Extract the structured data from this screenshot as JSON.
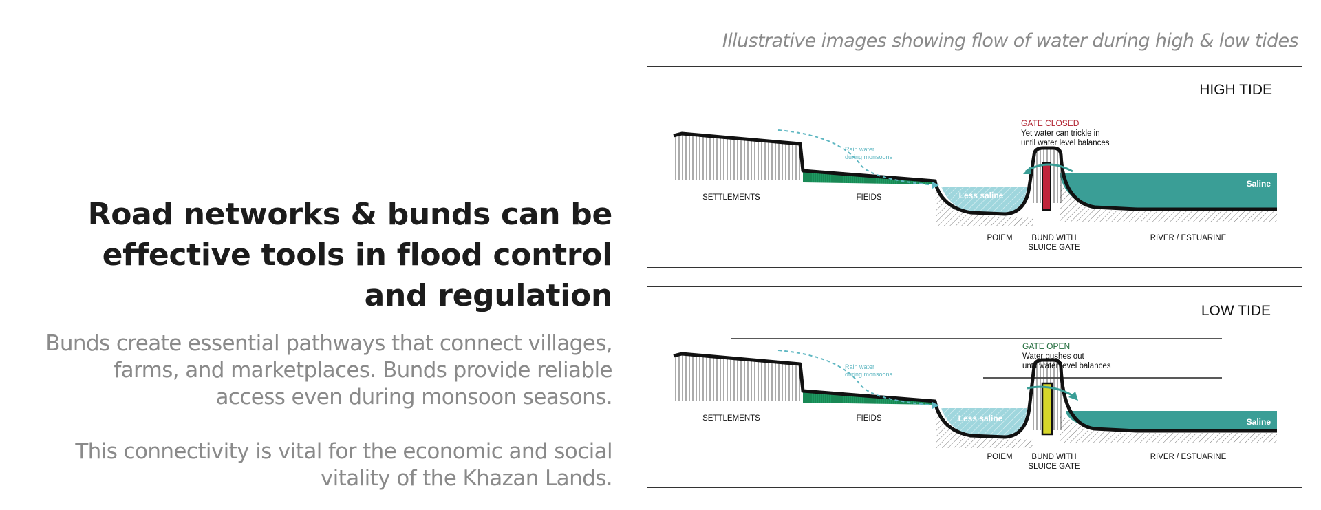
{
  "caption": "Illustrative images showing flow of water during high & low tides",
  "headline": {
    "lines": [
      "Road networks & bunds can be",
      "effective tools in flood control",
      "and regulation"
    ]
  },
  "paragraphs": [
    {
      "lines": [
        "Bunds create essential pathways that connect villages,",
        "farms, and marketplaces.  Bunds provide reliable",
        "access even during monsoon seasons."
      ]
    },
    {
      "lines": [
        "This connectivity is vital for the economic and social",
        "vitality of the Khazan Lands."
      ]
    }
  ],
  "diagrams": {
    "high_tide": {
      "title": "HIGH TIDE",
      "gate_status": "GATE CLOSED",
      "gate_note_1": "Yet water can trickle in",
      "gate_note_2": "until water level balances",
      "rain_1": "Rain water",
      "rain_2": "during monsoons",
      "less_saline": "Less saline",
      "saline": "Saline",
      "label_settlements": "SETTLEMENTS",
      "label_fields": "FIEIDS",
      "label_poiem": "POIEM",
      "label_bund_1": "BUND WITH",
      "label_bund_2": "SLUICE GATE",
      "label_river": "RIVER / ESTUARINE"
    },
    "low_tide": {
      "title": "LOW TIDE",
      "gate_status": "GATE OPEN",
      "gate_note_1": "Water gushes out",
      "gate_note_2": "until water level balances",
      "rain_1": "Rain water",
      "rain_2": "during monsoons",
      "less_saline": "Less saline",
      "saline": "Saline",
      "label_settlements": "SETTLEMENTS",
      "label_fields": "FIEIDS",
      "label_poiem": "POIEM",
      "label_bund_1": "BUND WITH",
      "label_bund_2": "SLUICE GATE",
      "label_river": "RIVER / ESTUARINE"
    }
  },
  "colors": {
    "saline_water": "#3a9e96",
    "less_saline_water": "#9fd6dd",
    "fields": "#1f9a63",
    "gate_closed": "#c0243a",
    "gate_open": "#d6d62a",
    "status_closed": "#b0202e",
    "status_open": "#1f6b3a",
    "rain": "#5fb7c2"
  }
}
